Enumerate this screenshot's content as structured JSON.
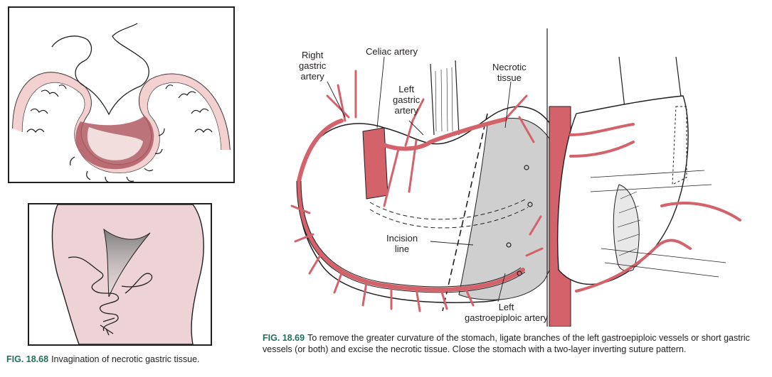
{
  "figure_68": {
    "number": "FIG. 18.68",
    "caption": "Invagination of necrotic gastric tissue."
  },
  "figure_69": {
    "number": "FIG. 18.69",
    "caption": "To remove the greater curvature of the stomach, ligate branches of the left gastroepiploic vessels or short gastric vessels (or both) and excise the necrotic tissue. Close the stomach with a two-layer inverting suture pattern.",
    "labels": {
      "right_gastric_artery": [
        "Right",
        "gastric",
        "artery"
      ],
      "celiac_artery": [
        "Celiac artery"
      ],
      "left_gastric_artery": [
        "Left",
        "gastric",
        "artery"
      ],
      "necrotic_tissue": [
        "Necrotic",
        "tissue"
      ],
      "incision_line": [
        "Incision",
        "line"
      ],
      "left_gastroepiploic_artery": [
        "Left",
        "gastroepiploic artery"
      ]
    }
  },
  "colors": {
    "artery": "#d4626a",
    "artery_dark": "#b03d48",
    "tissue_pink": "#edd3d5",
    "tissue_rose": "#f1c9c9",
    "necrotic": "#c9c9c9",
    "caption_number": "#1f6f5c",
    "ink": "#231f20"
  }
}
